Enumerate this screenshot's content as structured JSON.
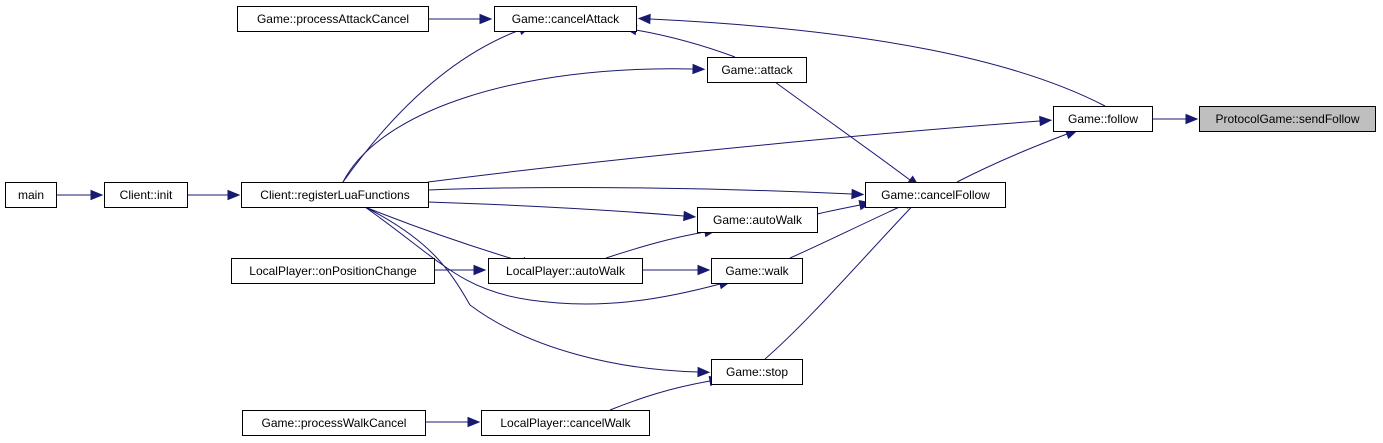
{
  "diagram": {
    "nodes": [
      {
        "id": "sendFollow",
        "label": "ProtocolGame::sendFollow",
        "highlighted": true
      },
      {
        "id": "follow",
        "label": "Game::follow"
      },
      {
        "id": "cancelAttack",
        "label": "Game::cancelAttack"
      },
      {
        "id": "processAttackCancel",
        "label": "Game::processAttackCancel"
      },
      {
        "id": "attack",
        "label": "Game::attack"
      },
      {
        "id": "cancelFollow",
        "label": "Game::cancelFollow"
      },
      {
        "id": "registerLuaFunctions",
        "label": "Client::registerLuaFunctions"
      },
      {
        "id": "clientInit",
        "label": "Client::init"
      },
      {
        "id": "main",
        "label": "main"
      },
      {
        "id": "autoWalk",
        "label": "Game::autoWalk"
      },
      {
        "id": "lpAutoWalk",
        "label": "LocalPlayer::autoWalk"
      },
      {
        "id": "onPositionChange",
        "label": "LocalPlayer::onPositionChange"
      },
      {
        "id": "walk",
        "label": "Game::walk"
      },
      {
        "id": "stop",
        "label": "Game::stop"
      },
      {
        "id": "cancelWalk",
        "label": "LocalPlayer::cancelWalk"
      },
      {
        "id": "processWalkCancel",
        "label": "Game::processWalkCancel"
      }
    ],
    "edges": [
      {
        "from": "follow",
        "to": "sendFollow"
      },
      {
        "from": "follow",
        "to": "cancelAttack"
      },
      {
        "from": "processAttackCancel",
        "to": "cancelAttack"
      },
      {
        "from": "attack",
        "to": "cancelAttack"
      },
      {
        "from": "registerLuaFunctions",
        "to": "cancelAttack"
      },
      {
        "from": "registerLuaFunctions",
        "to": "attack"
      },
      {
        "from": "registerLuaFunctions",
        "to": "follow"
      },
      {
        "from": "cancelFollow",
        "to": "follow"
      },
      {
        "from": "attack",
        "to": "cancelFollow"
      },
      {
        "from": "registerLuaFunctions",
        "to": "cancelFollow"
      },
      {
        "from": "autoWalk",
        "to": "cancelFollow"
      },
      {
        "from": "walk",
        "to": "cancelFollow"
      },
      {
        "from": "stop",
        "to": "cancelFollow"
      },
      {
        "from": "registerLuaFunctions",
        "to": "autoWalk"
      },
      {
        "from": "lpAutoWalk",
        "to": "autoWalk"
      },
      {
        "from": "registerLuaFunctions",
        "to": "lpAutoWalk"
      },
      {
        "from": "onPositionChange",
        "to": "lpAutoWalk"
      },
      {
        "from": "lpAutoWalk",
        "to": "walk"
      },
      {
        "from": "registerLuaFunctions",
        "to": "walk"
      },
      {
        "from": "registerLuaFunctions",
        "to": "stop"
      },
      {
        "from": "cancelWalk",
        "to": "stop"
      },
      {
        "from": "processWalkCancel",
        "to": "cancelWalk"
      },
      {
        "from": "clientInit",
        "to": "registerLuaFunctions"
      },
      {
        "from": "main",
        "to": "clientInit"
      }
    ],
    "colors": {
      "edge": "#191970",
      "node_border": "#000000",
      "node_fill": "#ffffff",
      "highlight_fill": "#bfbfbf"
    }
  }
}
